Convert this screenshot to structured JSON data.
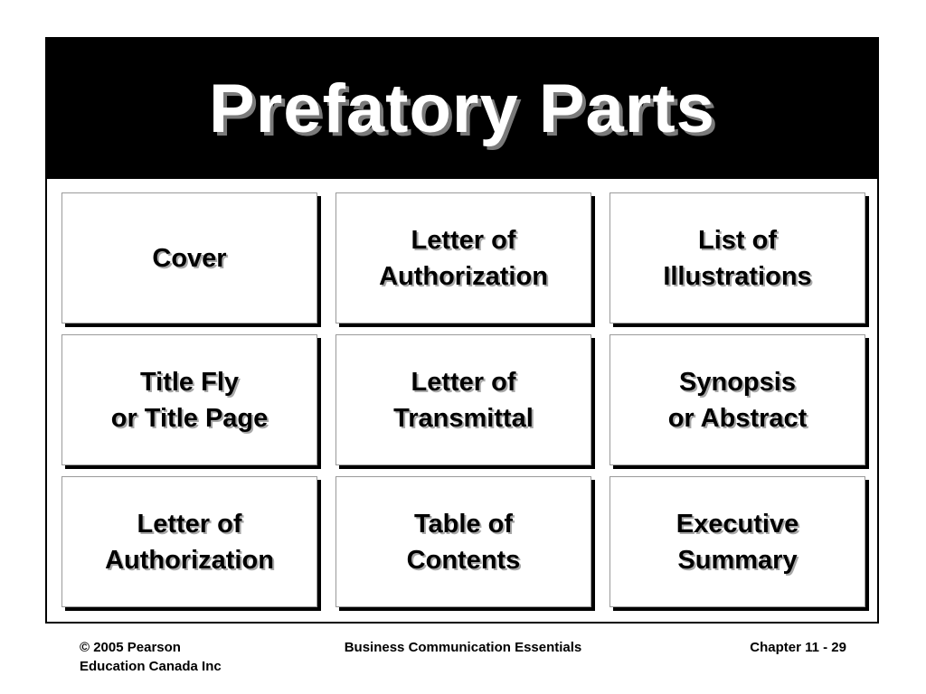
{
  "slide": {
    "title": "Prefatory Parts",
    "cards": [
      {
        "label": "Cover"
      },
      {
        "label": "Letter of\nAuthorization"
      },
      {
        "label": "List of\nIllustrations"
      },
      {
        "label": "Title Fly\nor Title Page"
      },
      {
        "label": "Letter of\nTransmittal"
      },
      {
        "label": "Synopsis\nor Abstract"
      },
      {
        "label": "Letter of\nAuthorization"
      },
      {
        "label": "Table of\nContents"
      },
      {
        "label": "Executive\nSummary"
      }
    ]
  },
  "footer": {
    "copyright": "© 2005 Pearson\nEducation Canada Inc",
    "book": "Business Communication Essentials",
    "chapter": "Chapter 11 - 29"
  },
  "colors": {
    "title_bar": "#000000",
    "title_text": "#ffffff",
    "card_shadow": "#000000"
  }
}
